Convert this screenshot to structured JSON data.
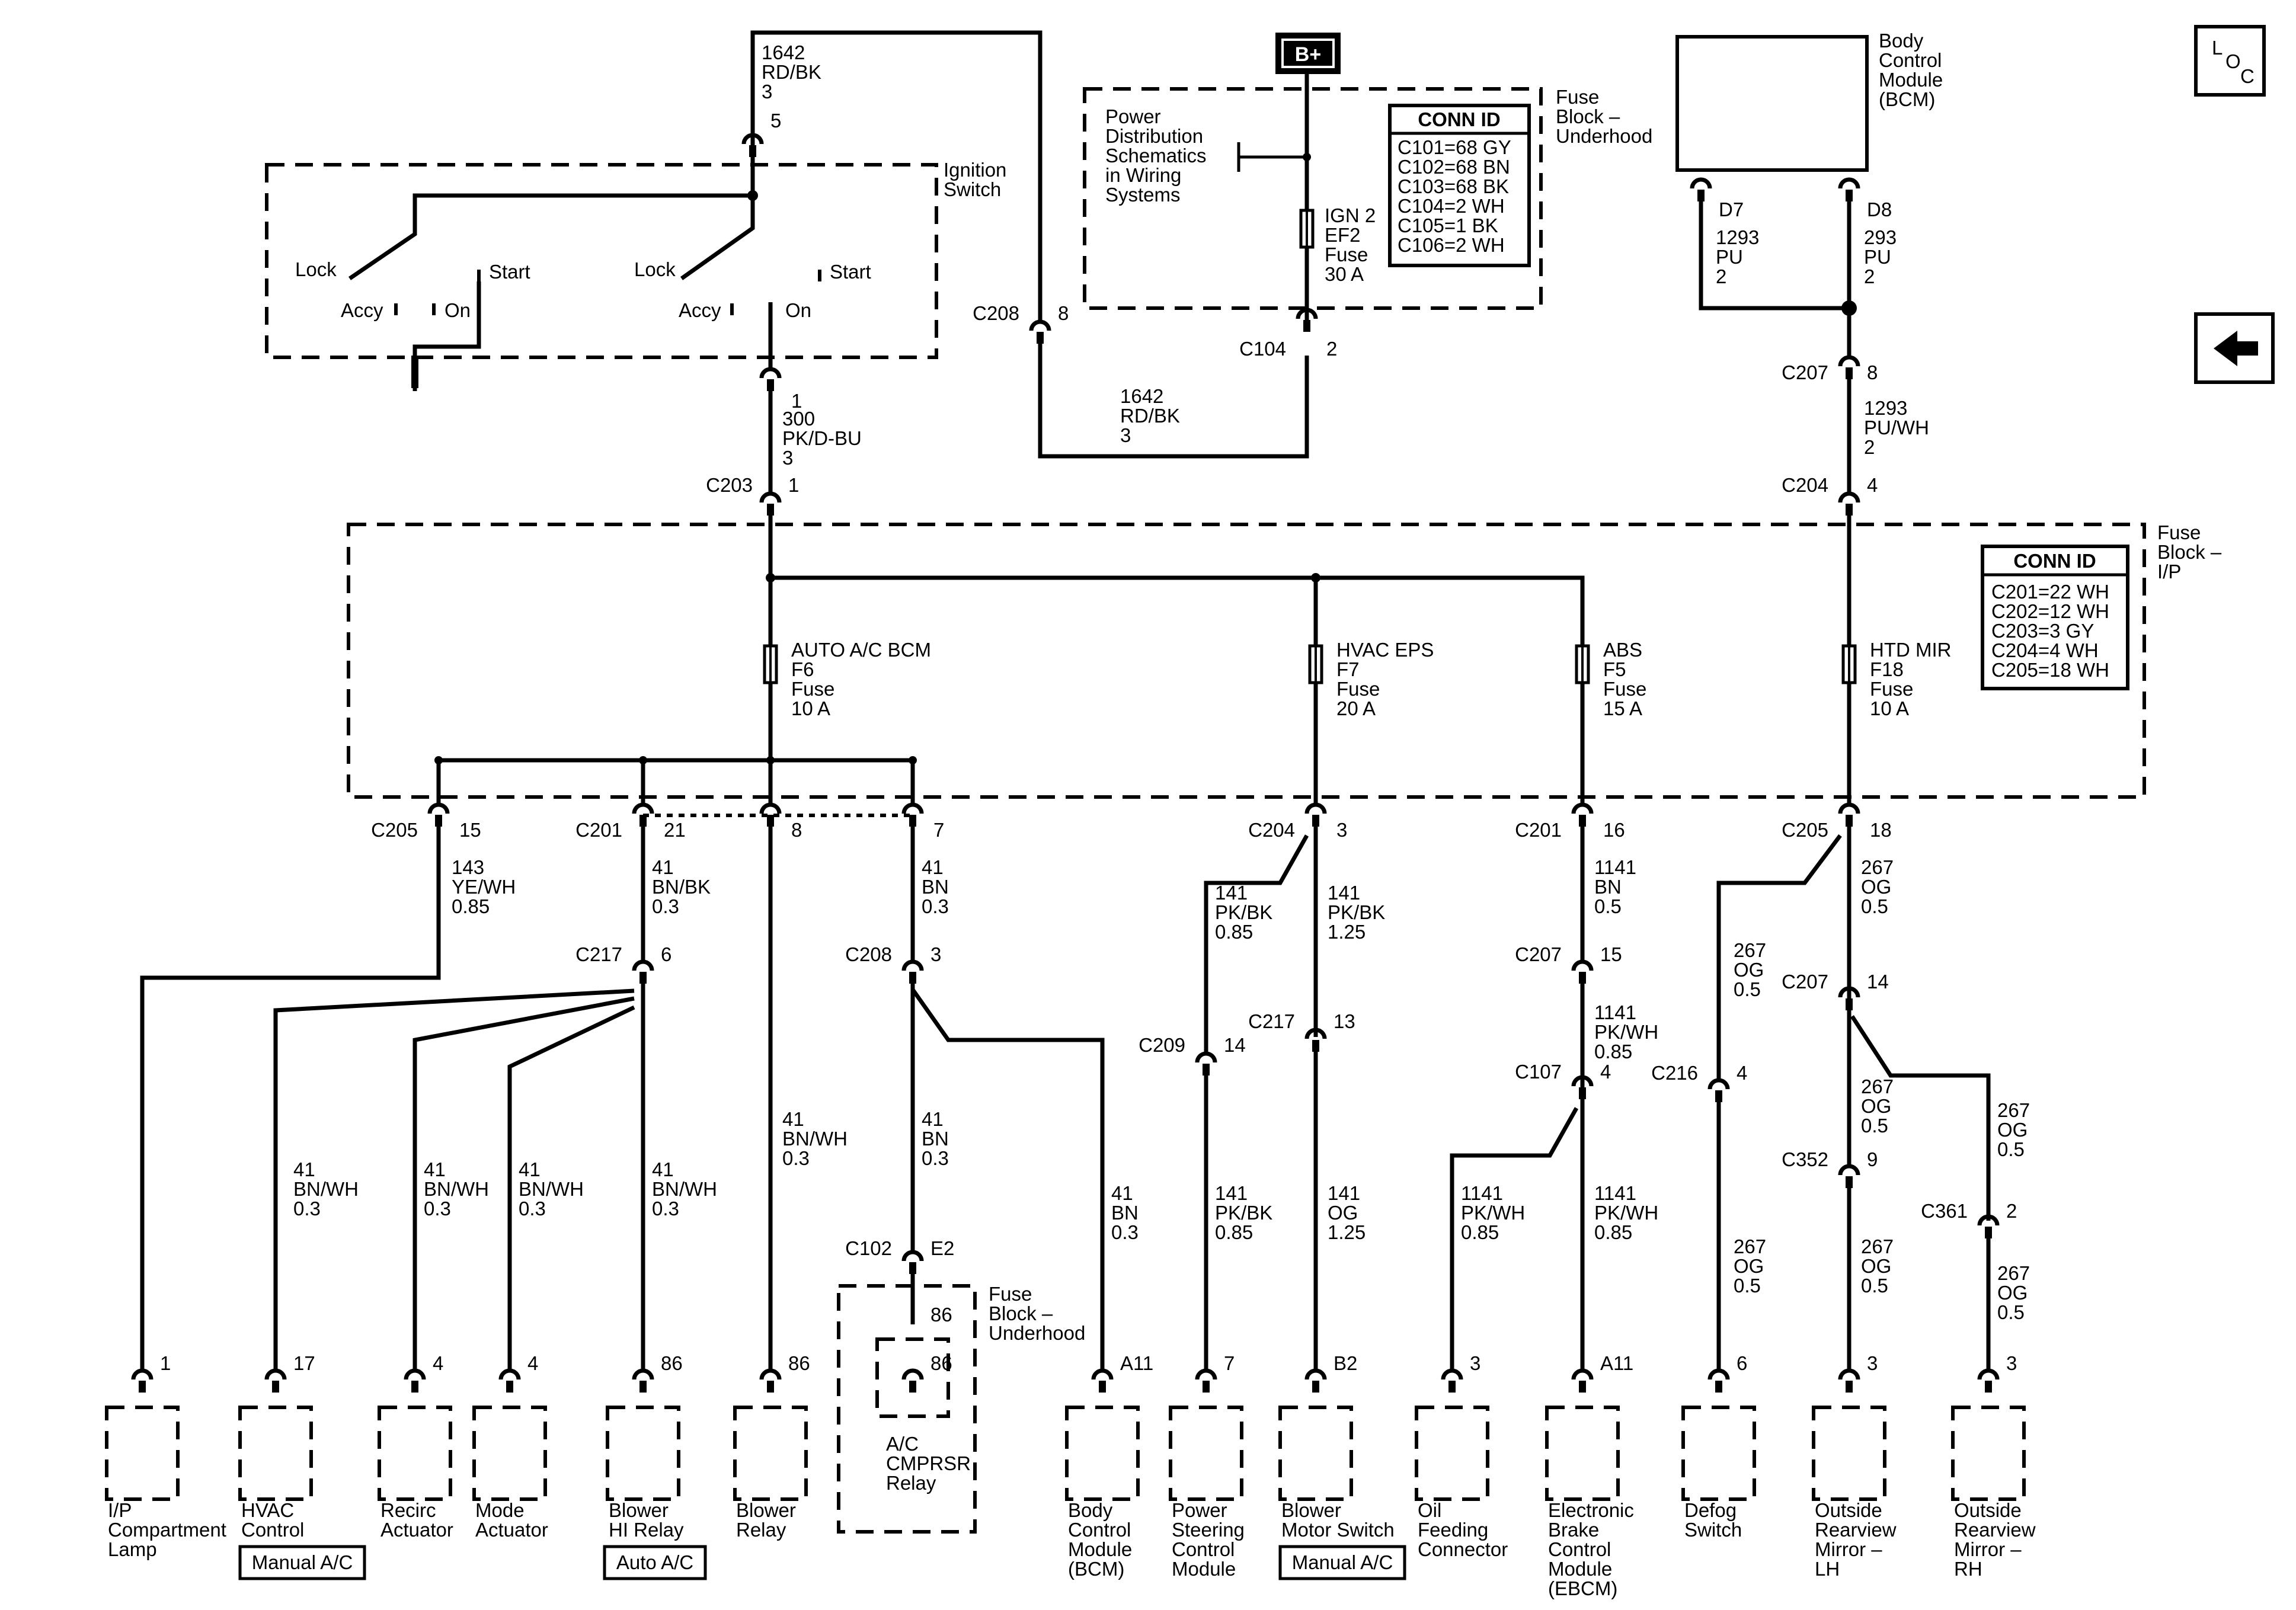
{
  "top_wires": [
    {
      "circuit": "1642",
      "color": "RD/BK",
      "size": "3",
      "pin": "5"
    },
    {
      "circuit": "1642",
      "color": "RD/BK",
      "size": "3"
    },
    {
      "circuit": "300",
      "color": "PK/D-BU",
      "size": "3",
      "pin": "1"
    },
    {
      "circuit": "1293",
      "color": "PU",
      "size": "2",
      "pin": "D7"
    },
    {
      "circuit": "293",
      "color": "PU",
      "size": "2",
      "pin": "D8"
    },
    {
      "circuit": "1293",
      "color": "PU/WH",
      "size": "2",
      "pin": "8"
    }
  ],
  "ignition_switch": {
    "label": "Ignition\nSwitch",
    "left": {
      "lock": "Lock",
      "accy": "Accy",
      "on": "On",
      "start": "Start"
    },
    "right": {
      "lock": "Lock",
      "accy": "Accy",
      "on": "On",
      "start": "Start"
    }
  },
  "underhood_block": {
    "label": "Fuse\nBlock –\nUnderhood",
    "source": "B+",
    "reference": "Power\nDistribution\nSchematics\nin Wiring\nSystems",
    "fuse": "IGN 2\nEF2\nFuse\n30 A",
    "conn_title": "CONN ID",
    "conn_ids": [
      "C101=68 GY",
      "C102=68 BN",
      "C103=68 BK",
      "C104=2 WH",
      "C105=1 BK",
      "C106=2 WH"
    ]
  },
  "bcm_top": {
    "label": "Body\nControl\nModule\n(BCM)"
  },
  "ip_block": {
    "label": "Fuse\nBlock –\nI/P",
    "conn_title": "CONN ID",
    "conn_ids": [
      "C201=22 WH",
      "C202=12 WH",
      "C203=3 GY",
      "C204=4 WH",
      "C205=18 WH"
    ],
    "fuses": [
      {
        "name": "AUTO A/C BCM",
        "id": "F6",
        "type": "Fuse",
        "rating": "10 A"
      },
      {
        "name": "HVAC EPS",
        "id": "F7",
        "type": "Fuse",
        "rating": "20 A"
      },
      {
        "name": "ABS",
        "id": "F5",
        "type": "Fuse",
        "rating": "15 A"
      },
      {
        "name": "HTD MIR",
        "id": "F18",
        "type": "Fuse",
        "rating": "10 A"
      }
    ]
  },
  "connectors": {
    "c208_top": {
      "name": "C208",
      "pin": "8"
    },
    "c104": {
      "name": "C104",
      "pin": "2"
    },
    "c203": {
      "name": "C203",
      "pin": "1"
    },
    "c207_top": {
      "name": "C207",
      "pin": "8"
    },
    "c204_top": {
      "name": "C204",
      "pin": "4"
    },
    "c205_a": {
      "name": "C205",
      "pin": "15"
    },
    "c201_a": {
      "name": "C201",
      "pin": "21"
    },
    "pin8": {
      "pin": "8"
    },
    "pin7": {
      "pin": "7"
    },
    "c204_b": {
      "name": "C204",
      "pin": "3"
    },
    "c201_b": {
      "name": "C201",
      "pin": "16"
    },
    "c205_b": {
      "name": "C205",
      "pin": "18"
    },
    "c217_a": {
      "name": "C217",
      "pin": "6"
    },
    "c208_b": {
      "name": "C208",
      "pin": "3"
    },
    "c209": {
      "name": "C209",
      "pin": "14"
    },
    "c217_b": {
      "name": "C217",
      "pin": "13"
    },
    "c207_b": {
      "name": "C207",
      "pin": "15"
    },
    "c107": {
      "name": "C107",
      "pin": "4"
    },
    "c216": {
      "name": "C216",
      "pin": "4"
    },
    "c207_c": {
      "name": "C207",
      "pin": "14"
    },
    "c352": {
      "name": "C352",
      "pin": "9"
    },
    "c361": {
      "name": "C361",
      "pin": "2"
    },
    "c102": {
      "name": "C102",
      "pin": "E2"
    }
  },
  "mid_wires": [
    {
      "circuit": "143",
      "color": "YE/WH",
      "size": "0.85"
    },
    {
      "circuit": "41",
      "color": "BN/BK",
      "size": "0.3"
    },
    {
      "circuit": "41",
      "color": "BN",
      "size": "0.3"
    },
    {
      "circuit": "141",
      "color": "PK/BK",
      "size": "0.85"
    },
    {
      "circuit": "141",
      "color": "PK/BK",
      "size": "1.25"
    },
    {
      "circuit": "1141",
      "color": "BN",
      "size": "0.5"
    },
    {
      "circuit": "1141",
      "color": "PK/WH",
      "size": "0.85"
    },
    {
      "circuit": "267",
      "color": "OG",
      "size": "0.5"
    },
    {
      "circuit": "267",
      "color": "OG",
      "size": "0.5"
    }
  ],
  "low_wires": [
    {
      "circuit": "41",
      "color": "BN/WH",
      "size": "0.3"
    },
    {
      "circuit": "41",
      "color": "BN/WH",
      "size": "0.3"
    },
    {
      "circuit": "41",
      "color": "BN/WH",
      "size": "0.3"
    },
    {
      "circuit": "41",
      "color": "BN/WH",
      "size": "0.3"
    },
    {
      "circuit": "41",
      "color": "BN/WH",
      "size": "0.3"
    },
    {
      "circuit": "41",
      "color": "BN",
      "size": "0.3"
    },
    {
      "circuit": "41",
      "color": "BN",
      "size": "0.3"
    },
    {
      "circuit": "141",
      "color": "PK/BK",
      "size": "0.85"
    },
    {
      "circuit": "141",
      "color": "OG",
      "size": "1.25"
    },
    {
      "circuit": "1141",
      "color": "PK/WH",
      "size": "0.85"
    },
    {
      "circuit": "1141",
      "color": "PK/WH",
      "size": "0.85"
    },
    {
      "circuit": "267",
      "color": "OG",
      "size": "0.5"
    },
    {
      "circuit": "267",
      "color": "OG",
      "size": "0.5"
    },
    {
      "circuit": "267",
      "color": "OG",
      "size": "0.5"
    },
    {
      "circuit": "267",
      "color": "OG",
      "size": "0.5"
    },
    {
      "circuit": "267",
      "color": "OG",
      "size": "0.5"
    }
  ],
  "components": [
    {
      "pin": "1",
      "label": "I/P\nCompartment\nLamp"
    },
    {
      "pin": "17",
      "label": "HVAC\nControl",
      "tag": "Manual A/C"
    },
    {
      "pin": "4",
      "label": "Recirc\nActuator"
    },
    {
      "pin": "4",
      "label": "Mode\nActuator"
    },
    {
      "pin": "86",
      "label": "Blower\nHI Relay",
      "tag": "Auto A/C"
    },
    {
      "pin": "86",
      "label": "Blower\nRelay"
    },
    {
      "pin": "86",
      "label": "A/C\nCMPRSR\nRelay",
      "block": "Fuse\nBlock –\nUnderhood"
    },
    {
      "pin": "A11",
      "label": "Body\nControl\nModule\n(BCM)"
    },
    {
      "pin": "7",
      "label": "Power\nSteering\nControl\nModule"
    },
    {
      "pin": "B2",
      "label": "Blower\nMotor Switch",
      "tag": "Manual A/C"
    },
    {
      "pin": "3",
      "label": "Oil\nFeeding\nConnector"
    },
    {
      "pin": "A11",
      "label": "Electronic\nBrake\nControl\nModule\n(EBCM)"
    },
    {
      "pin": "6",
      "label": "Defog\nSwitch"
    },
    {
      "pin": "3",
      "label": "Outside\nRearview\nMirror –\nLH"
    },
    {
      "pin": "3",
      "label": "Outside\nRearview\nMirror –\nRH"
    }
  ],
  "nav": {
    "loc_icon": "location-icon",
    "back_icon": "back-arrow-icon"
  }
}
